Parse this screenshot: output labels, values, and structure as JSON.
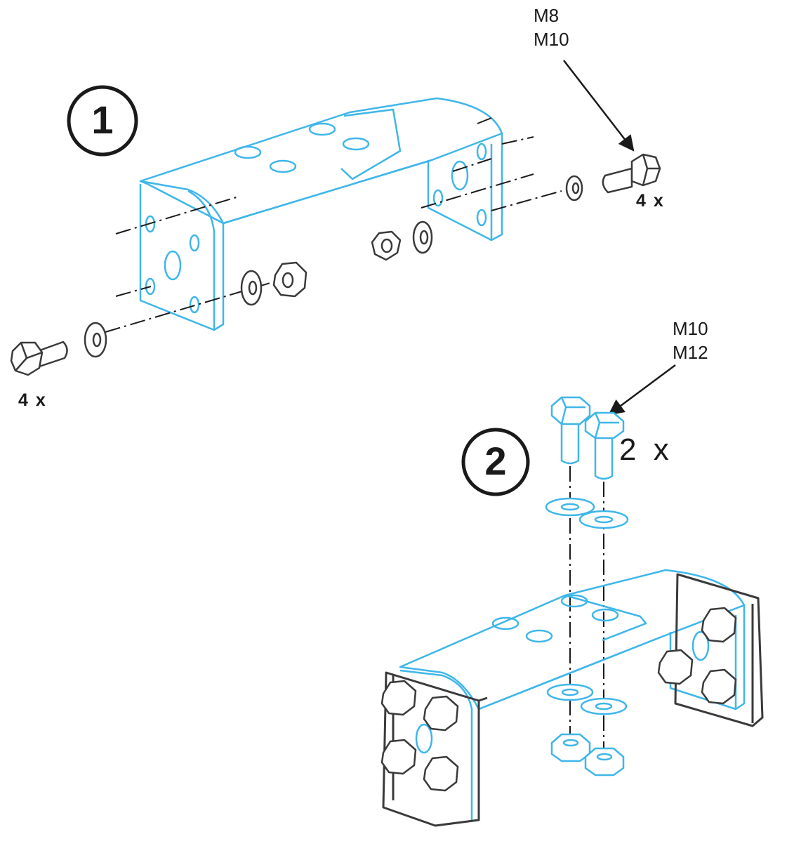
{
  "colors": {
    "part_blue": "#3fb6ea",
    "hardware_gray": "#3a3a3a",
    "label": "#1a1a1a",
    "background": "#ffffff"
  },
  "step1": {
    "number": "1",
    "bolt_sizes": [
      "M8",
      "M10"
    ],
    "quantity_right": "4 x",
    "quantity_left": "4 x"
  },
  "step2": {
    "number": "2",
    "bolt_sizes": [
      "M10",
      "M12"
    ],
    "quantity": "2 x"
  }
}
